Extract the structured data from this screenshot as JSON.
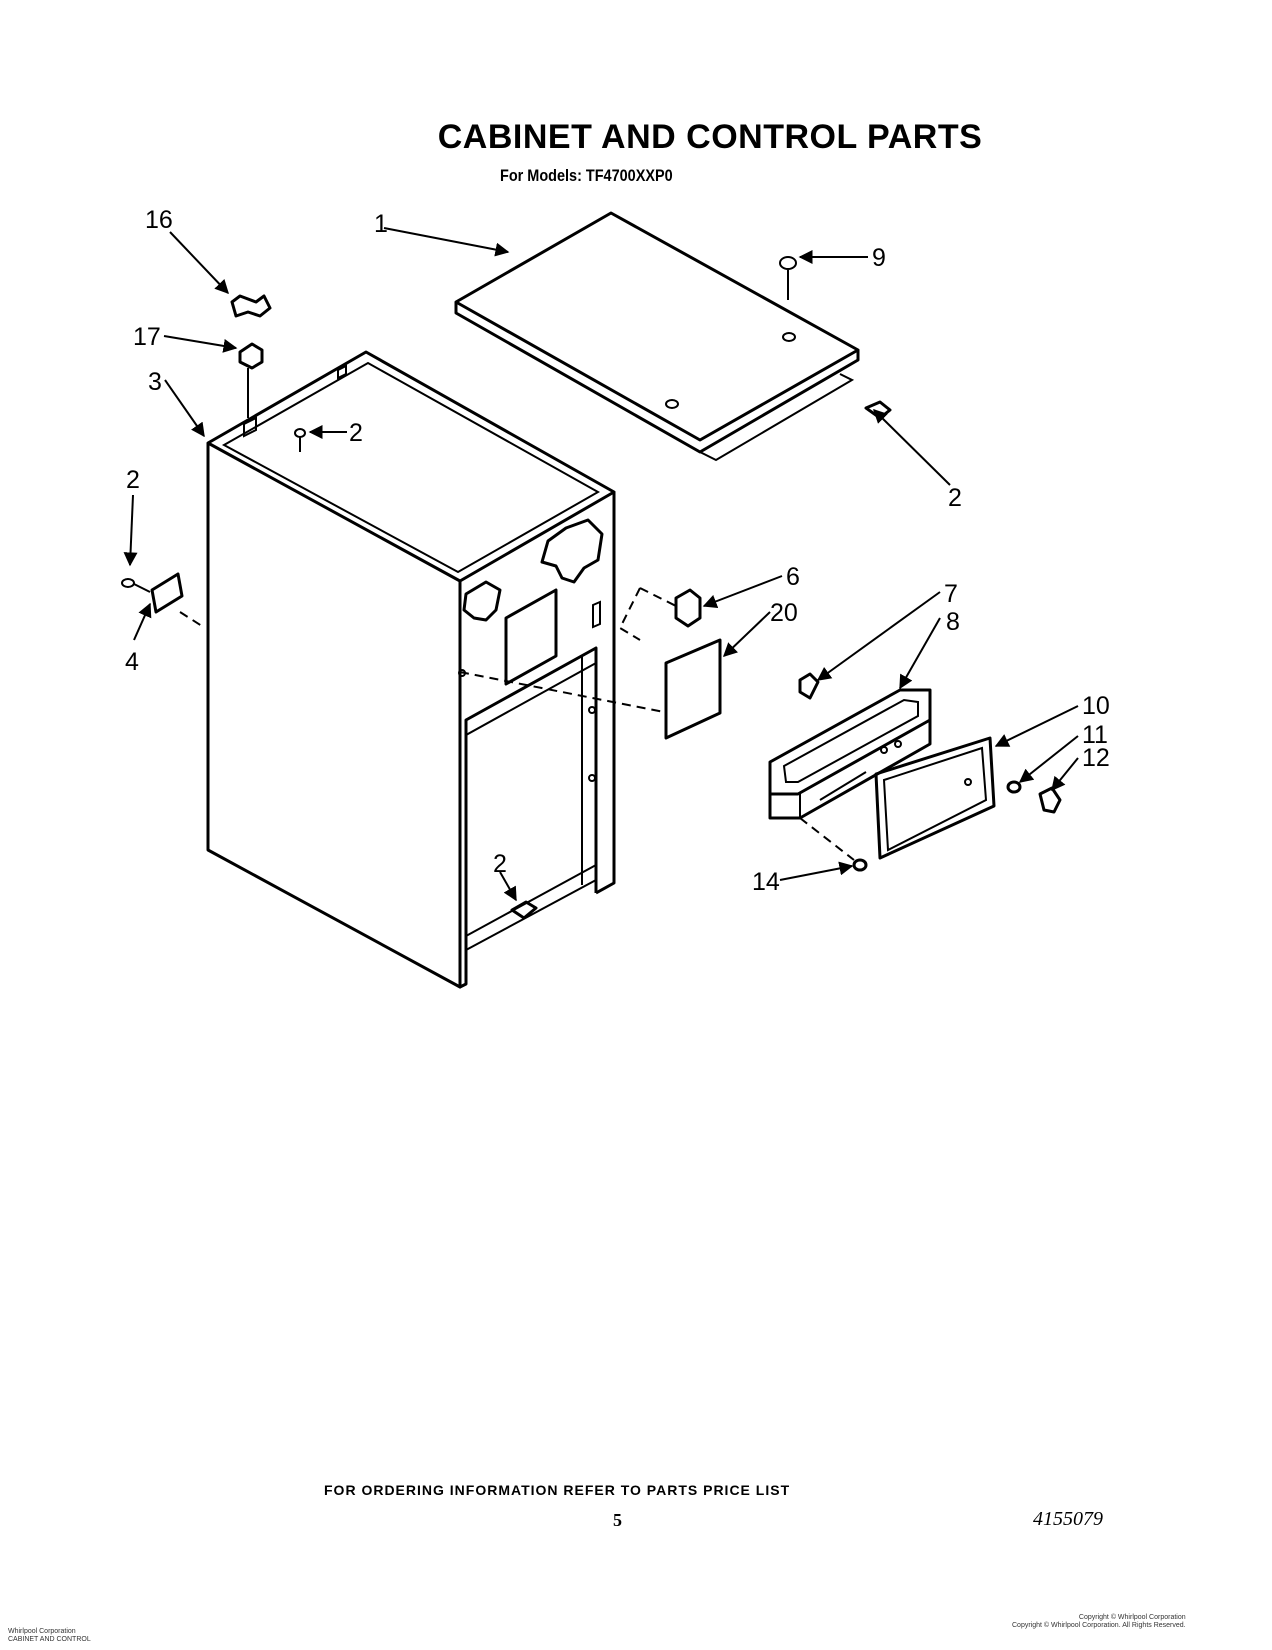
{
  "page": {
    "title": "CABINET AND CONTROL PARTS",
    "subtitle": "For Models: TF4700XXP0",
    "footer_note": "FOR ORDERING INFORMATION REFER TO PARTS PRICE LIST",
    "page_number": "5",
    "document_number": "4155079",
    "fine_print_left": [
      "Whirlpool Corporation",
      "CABINET AND CONTROL"
    ],
    "fine_print_right": [
      "Copyright © Whirlpool Corporation",
      "Copyright © Whirlpool Corporation. All Rights Reserved."
    ]
  },
  "callouts": [
    {
      "id": "c1",
      "label": "1"
    },
    {
      "id": "c9",
      "label": "9"
    },
    {
      "id": "c2-top-right",
      "label": "2"
    },
    {
      "id": "c16",
      "label": "16"
    },
    {
      "id": "c17",
      "label": "17"
    },
    {
      "id": "c3",
      "label": "3"
    },
    {
      "id": "c2-top-inner",
      "label": "2"
    },
    {
      "id": "c2-left",
      "label": "2"
    },
    {
      "id": "c4",
      "label": "4"
    },
    {
      "id": "c6",
      "label": "6"
    },
    {
      "id": "c7",
      "label": "7"
    },
    {
      "id": "c20",
      "label": "20"
    },
    {
      "id": "c8",
      "label": "8"
    },
    {
      "id": "c10",
      "label": "10"
    },
    {
      "id": "c11",
      "label": "11"
    },
    {
      "id": "c12",
      "label": "12"
    },
    {
      "id": "c14",
      "label": "14"
    },
    {
      "id": "c2-bottom",
      "label": "2"
    }
  ]
}
